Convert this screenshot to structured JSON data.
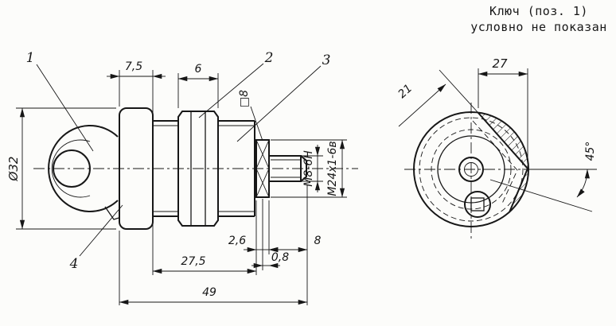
{
  "note": {
    "line1": "Ключ (поз. 1)",
    "line2": "условно не показан"
  },
  "callouts": {
    "n1": "1",
    "n2": "2",
    "n3": "3",
    "n4": "4"
  },
  "dims": {
    "flange_width": "7,5",
    "nut_width": "6",
    "head_dia": "Ø32",
    "square": "□8",
    "stud_thread": "М8-6Н",
    "main_thread": "М24х1-6в",
    "washer_thk": "2,6",
    "stud_len": "8",
    "gap": "0,8",
    "body_len": "27,5",
    "total_len": "49",
    "across_flats": "27",
    "flat_size": "21",
    "chamfer_angle": "45°"
  }
}
